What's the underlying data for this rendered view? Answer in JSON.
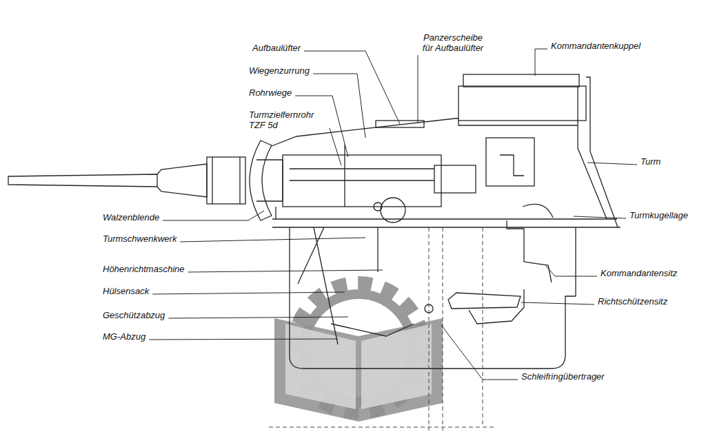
{
  "diagram": {
    "labels": [
      "Aufbaulüfter",
      "Panzerscheibe für Aufbaulüfter",
      "Kommandantenkuppel",
      "Wiegenzurrung",
      "Rohrwiege",
      "Turmzielfernrohr TZF 5d",
      "Turm",
      "Walzenblende",
      "Turmkugellage",
      "Turmschwenkwerk",
      "Höhenrichtmaschine",
      "Kommandantensitz",
      "Hülsensack",
      "Richtschützensitz",
      "Geschützabzug",
      "MG-Abzug",
      "Schleifringübertrager"
    ]
  }
}
